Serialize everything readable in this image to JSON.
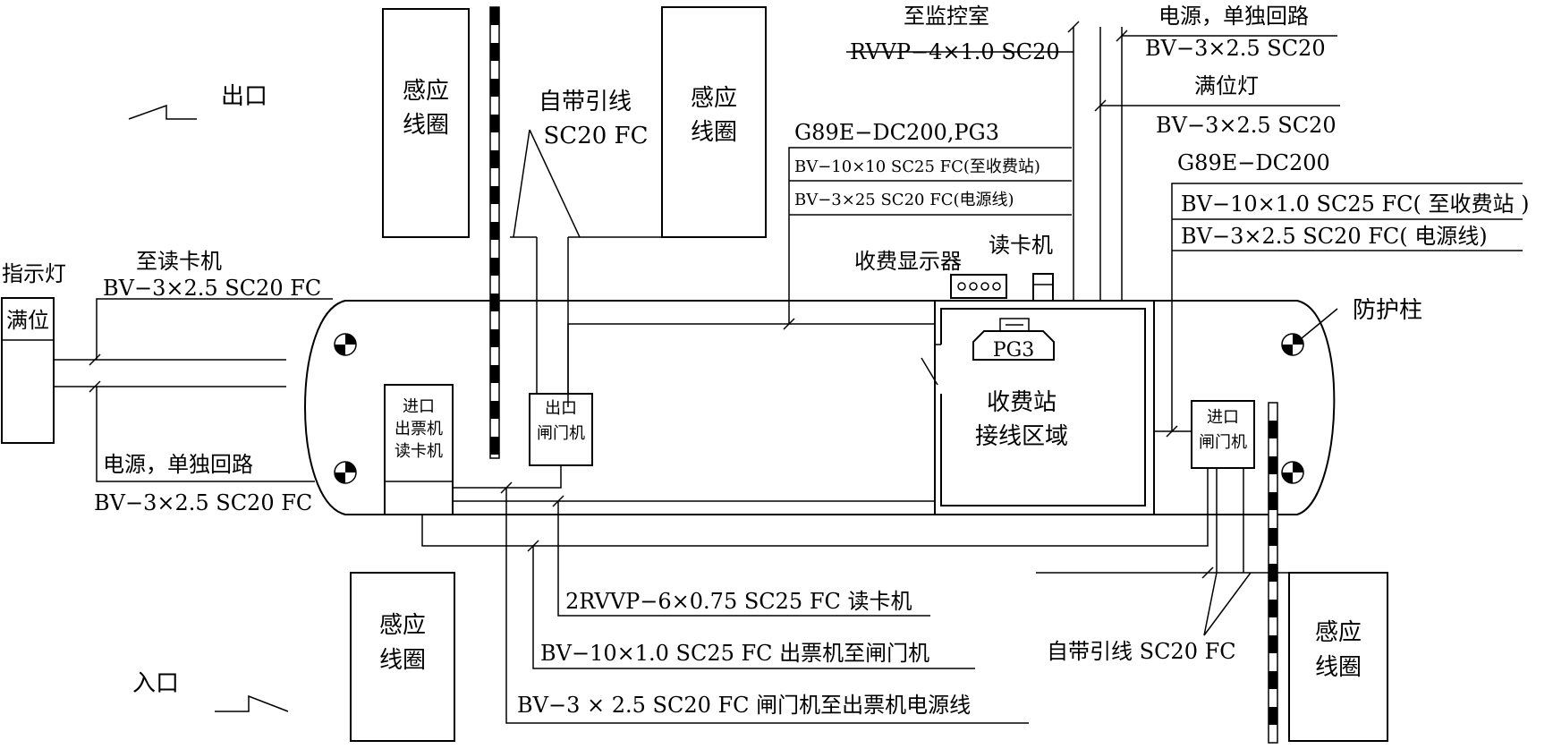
{
  "labels": {
    "exit": "出口",
    "entrance": "入口",
    "loop_tl": [
      "感应",
      "线圈"
    ],
    "loop_tr": [
      "感应",
      "线圈"
    ],
    "loop_bl": [
      "感应",
      "线圈"
    ],
    "loop_br": [
      "感应",
      "线圈"
    ],
    "self_lead_top": [
      "自带引线",
      "SC20 FC"
    ],
    "self_lead_bottom": "自带引线 SC20 FC",
    "to_monitor": "至监控室",
    "rvvp_monitor": "RVVP−4×1.0 SC20",
    "power_separate_top": "电源，单独回路",
    "bv_power_top": "BV−3×2.5 SC20",
    "full_light": "满位灯",
    "bv_full_light": "BV−3×2.5 SC20",
    "g89e_pg3": "G89E−DC200,PG3",
    "bv_10x10": "BV−10×10 SC25 FC(至收费站)",
    "bv_3x25": "BV−3×25 SC20 FC(电源线)",
    "g89e": "G89E−DC200",
    "bv_10x1": "BV−10×1.0 SC25 FC( 至收费站 )",
    "bv_3x25_power": "BV−3×2.5 SC20 FC( 电源线)",
    "indicator": "指示灯",
    "full": "满位",
    "to_reader": "至读卡机",
    "bv_reader": "BV−3×2.5 SC20 FC",
    "power_separate_left": "电源，单独回路",
    "bv_power_left": "BV−3×2.5 SC20 FC",
    "fee_display": "收费显示器",
    "card_reader": "读卡机",
    "pg3": "PG3",
    "guard_post": "防护柱",
    "station_area": [
      "收费站",
      "接线区域"
    ],
    "entry_ticket": [
      "进口",
      "出票机",
      "读卡机"
    ],
    "exit_gate": [
      "出口",
      "闸门机"
    ],
    "entry_gate": [
      "进口",
      "闸门机"
    ],
    "cable_rvvp": "2RVVP−6×0.75 SC25 FC 读卡机",
    "cable_bv10": "BV−10×1.0 SC25 FC 出票机至闸门机",
    "cable_bv3": "BV−3 × 2.5 SC20 FC 闸门机至出票机电源线"
  }
}
